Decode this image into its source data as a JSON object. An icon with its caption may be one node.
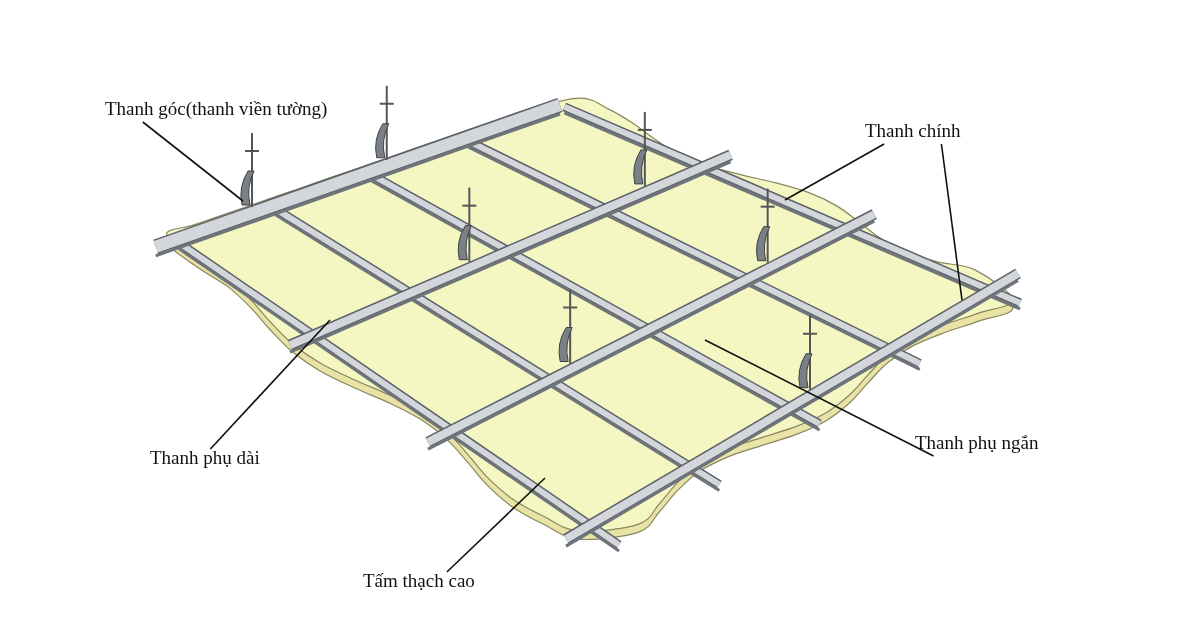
{
  "diagram": {
    "nodes": [
      {
        "text": [
          "Thanh góc(thanh viền tường)"
        ]
      },
      {
        "text": [
          "Thanh chính"
        ]
      },
      {
        "text": [
          "Thanh phụ dài"
        ]
      },
      {
        "text": [
          "Thanh phụ ngắn"
        ]
      },
      {
        "text": [
          "Tấm thạch cao"
        ]
      }
    ],
    "edges": [
      {
        "from": 0,
        "to": null,
        "arrow": "none"
      },
      {
        "from": 1,
        "to": null,
        "arrow": "none"
      },
      {
        "from": 1,
        "to": null,
        "arrow": "none"
      },
      {
        "from": 2,
        "to": null,
        "arrow": "none"
      },
      {
        "from": 3,
        "to": null,
        "arrow": "none"
      },
      {
        "from": 4,
        "to": null,
        "arrow": "none"
      }
    ]
  }
}
